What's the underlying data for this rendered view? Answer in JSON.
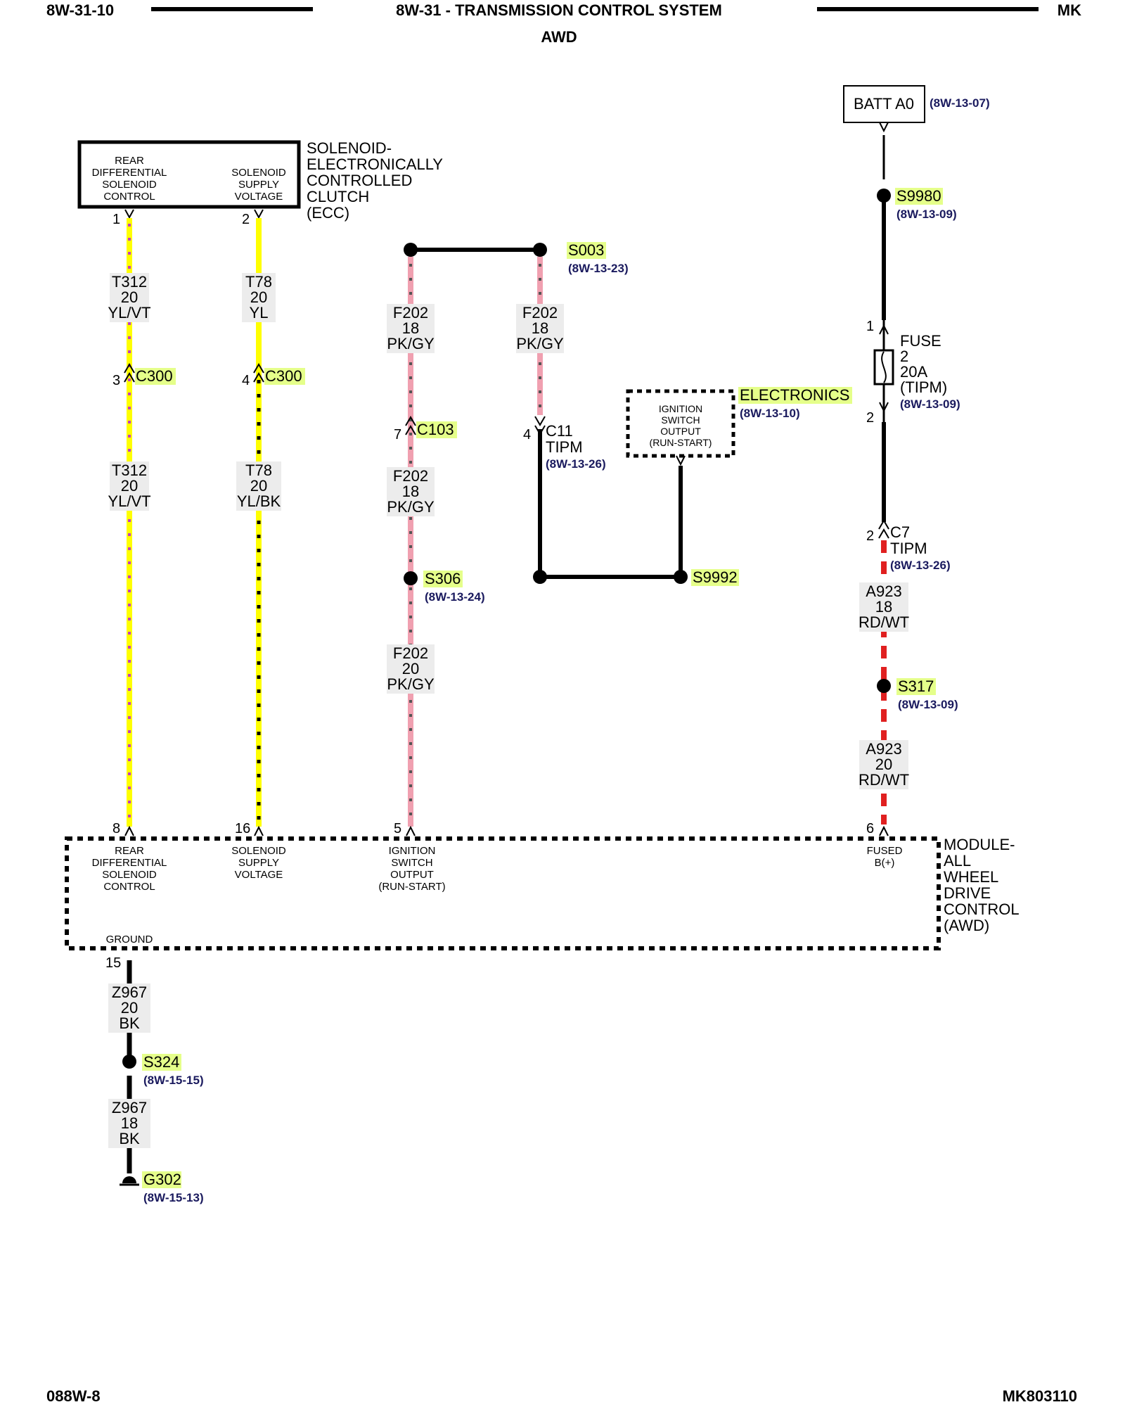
{
  "header": {
    "left": "8W-31-10",
    "title": "8W-31 - TRANSMISSION CONTROL SYSTEM",
    "subtitle": "AWD",
    "right": "MK"
  },
  "footer": {
    "left": "088W-8",
    "right": "MK803110"
  },
  "colors": {
    "yellow_wire": "#ffff00",
    "violet_tracer": "#c040c0",
    "pink_wire": "#f0a0b0",
    "red_wire": "#e02020",
    "splice_highlight": "#e5ff8a",
    "reference_text": "#1a1a5e"
  },
  "ecc": {
    "name_lines": [
      "SOLENOID-",
      "ELECTRONICALLY",
      "CONTROLLED",
      "CLUTCH",
      "(ECC)"
    ],
    "pin1_lines": [
      "REAR",
      "DIFFERENTIAL",
      "SOLENOID",
      "CONTROL"
    ],
    "pin2_lines": [
      "SOLENOID",
      "SUPPLY",
      "VOLTAGE"
    ],
    "pin1": "1",
    "pin2": "2"
  },
  "awd_module": {
    "name_lines": [
      "MODULE-",
      "ALL",
      "WHEEL",
      "DRIVE",
      "CONTROL",
      "(AWD)"
    ],
    "pin8_lines": [
      "REAR",
      "DIFFERENTIAL",
      "SOLENOID",
      "CONTROL"
    ],
    "pin16_lines": [
      "SOLENOID",
      "SUPPLY",
      "VOLTAGE"
    ],
    "pin5_lines": [
      "IGNITION",
      "SWITCH",
      "OUTPUT",
      "(RUN-START)"
    ],
    "pin6_lines": [
      "FUSED",
      "B(+)"
    ],
    "ground_label": "GROUND",
    "pins": {
      "p8": "8",
      "p16": "16",
      "p5": "5",
      "p6": "6",
      "p15": "15"
    }
  },
  "electronics": {
    "inner_lines": [
      "IGNITION",
      "SWITCH",
      "OUTPUT",
      "(RUN-START)"
    ],
    "name": "ELECTRONICS",
    "ref": "(8W-13-10)"
  },
  "batt": {
    "label": "BATT A0",
    "ref": "(8W-13-07)"
  },
  "fuse": {
    "pin_in": "1",
    "pin_out": "2",
    "lines": [
      "FUSE",
      "2",
      "20A",
      "(TIPM)"
    ],
    "ref": "(8W-13-09)"
  },
  "splices": {
    "s9980": {
      "name": "S9980",
      "ref": "(8W-13-09)"
    },
    "s003": {
      "name": "S003",
      "ref": "(8W-13-23)"
    },
    "s306": {
      "name": "S306",
      "ref": "(8W-13-24)"
    },
    "s9992": {
      "name": "S9992"
    },
    "s317": {
      "name": "S317",
      "ref": "(8W-13-09)"
    },
    "s324": {
      "name": "S324",
      "ref": "(8W-15-15)"
    }
  },
  "ground": {
    "name": "G302",
    "ref": "(8W-15-13)"
  },
  "connectors": {
    "c300a": {
      "pin": "3",
      "name": "C300"
    },
    "c300b": {
      "pin": "4",
      "name": "C300"
    },
    "c103": {
      "pin": "7",
      "name": "C103"
    },
    "c11": {
      "pin": "4",
      "name": "C11",
      "sub": "TIPM",
      "ref": "(8W-13-26)"
    },
    "c7": {
      "pin": "2",
      "name": "C7",
      "sub": "TIPM",
      "ref": "(8W-13-26)"
    }
  },
  "wires": {
    "t312a": [
      "T312",
      "20",
      "YL/VT"
    ],
    "t312b": [
      "T312",
      "20",
      "YL/VT"
    ],
    "t78a": [
      "T78",
      "20",
      "YL"
    ],
    "t78b": [
      "T78",
      "20",
      "YL/BK"
    ],
    "f202a": [
      "F202",
      "18",
      "PK/GY"
    ],
    "f202b": [
      "F202",
      "18",
      "PK/GY"
    ],
    "f202c": [
      "F202",
      "18",
      "PK/GY"
    ],
    "f202d": [
      "F202",
      "20",
      "PK/GY"
    ],
    "a923a": [
      "A923",
      "18",
      "RD/WT"
    ],
    "a923b": [
      "A923",
      "20",
      "RD/WT"
    ],
    "z967a": [
      "Z967",
      "20",
      "BK"
    ],
    "z967b": [
      "Z967",
      "18",
      "BK"
    ]
  }
}
